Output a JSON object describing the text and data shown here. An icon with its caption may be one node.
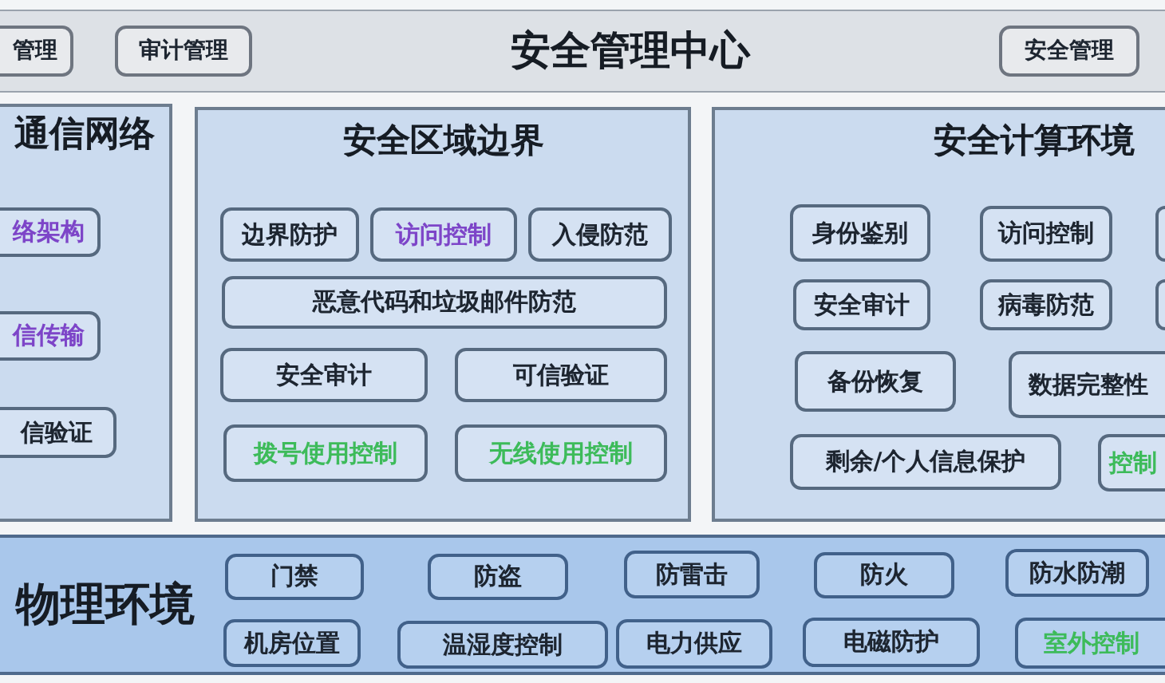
{
  "diagram": {
    "nodes": [
      {
        "text": [
          "安全管理中心"
        ]
      },
      {
        "text": [
          "管理"
        ],
        "in": 0
      },
      {
        "text": [
          "审计管理"
        ],
        "in": 0
      },
      {
        "text": [
          "安全管理"
        ],
        "in": 0
      },
      {
        "text": [
          "通信网络"
        ]
      },
      {
        "text": [
          "络架构"
        ],
        "in": 4
      },
      {
        "text": [
          "信传输"
        ],
        "in": 4
      },
      {
        "text": [
          "信验证"
        ],
        "in": 4
      },
      {
        "text": [
          "安全区域边界"
        ]
      },
      {
        "text": [
          "边界防护"
        ],
        "in": 8
      },
      {
        "text": [
          "访问控制"
        ],
        "in": 8
      },
      {
        "text": [
          "入侵防范"
        ],
        "in": 8
      },
      {
        "text": [
          "恶意代码和垃圾邮件防范"
        ],
        "in": 8
      },
      {
        "text": [
          "安全审计"
        ],
        "in": 8
      },
      {
        "text": [
          "可信验证"
        ],
        "in": 8
      },
      {
        "text": [
          "拨号使用控制"
        ],
        "in": 8
      },
      {
        "text": [
          "无线使用控制"
        ],
        "in": 8
      },
      {
        "text": [
          "安全计算环境"
        ]
      },
      {
        "text": [
          "身份鉴别"
        ],
        "in": 17
      },
      {
        "text": [
          "访问控制"
        ],
        "in": 17
      },
      {
        "text": [],
        "shape": "box",
        "in": 17
      },
      {
        "text": [
          "安全审计"
        ],
        "in": 17
      },
      {
        "text": [
          "病毒防范"
        ],
        "in": 17
      },
      {
        "text": [],
        "shape": "box",
        "in": 17
      },
      {
        "text": [
          "备份恢复"
        ],
        "in": 17
      },
      {
        "text": [
          "数据完整性"
        ],
        "in": 17
      },
      {
        "text": [
          "剩余/个人信息保护"
        ],
        "in": 17
      },
      {
        "text": [
          "控制"
        ],
        "in": 17
      },
      {
        "text": [
          "物理环境"
        ]
      },
      {
        "text": [
          "门禁"
        ],
        "in": 28
      },
      {
        "text": [
          "防盗"
        ],
        "in": 28
      },
      {
        "text": [
          "防雷击"
        ],
        "in": 28
      },
      {
        "text": [
          "防火"
        ],
        "in": 28
      },
      {
        "text": [
          "防水防潮"
        ],
        "in": 28
      },
      {
        "text": [
          "机房位置"
        ],
        "in": 28
      },
      {
        "text": [
          "温湿度控制"
        ],
        "in": 28
      },
      {
        "text": [
          "电力供应"
        ],
        "in": 28
      },
      {
        "text": [
          "电磁防护"
        ],
        "in": 28
      },
      {
        "text": [
          "室外控制"
        ],
        "in": 28
      }
    ]
  }
}
